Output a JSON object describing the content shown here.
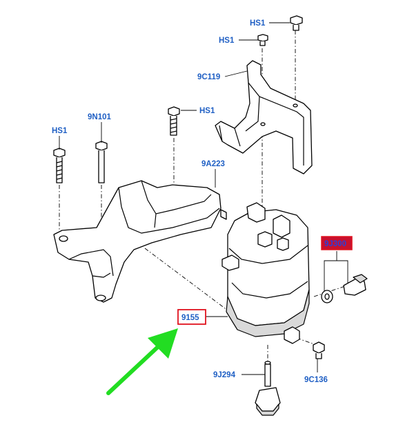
{
  "labels": {
    "hs1_top": "HS1",
    "hs1_second": "HS1",
    "bracket_9c119": "9C119",
    "hs1_mid": "HS1",
    "mount_9n101": "9N101",
    "hs1_left": "HS1",
    "support_9a223": "9A223",
    "sensor_code": "9J300",
    "filter_9155": "9155",
    "drain_9j294": "9J294",
    "valve_9c136": "9C136"
  },
  "colors": {
    "label_blue": "#1f5fc4",
    "highlight_red": "#e0121e",
    "highlight_fill": "#c8102e",
    "arrow_green": "#22dd22"
  }
}
